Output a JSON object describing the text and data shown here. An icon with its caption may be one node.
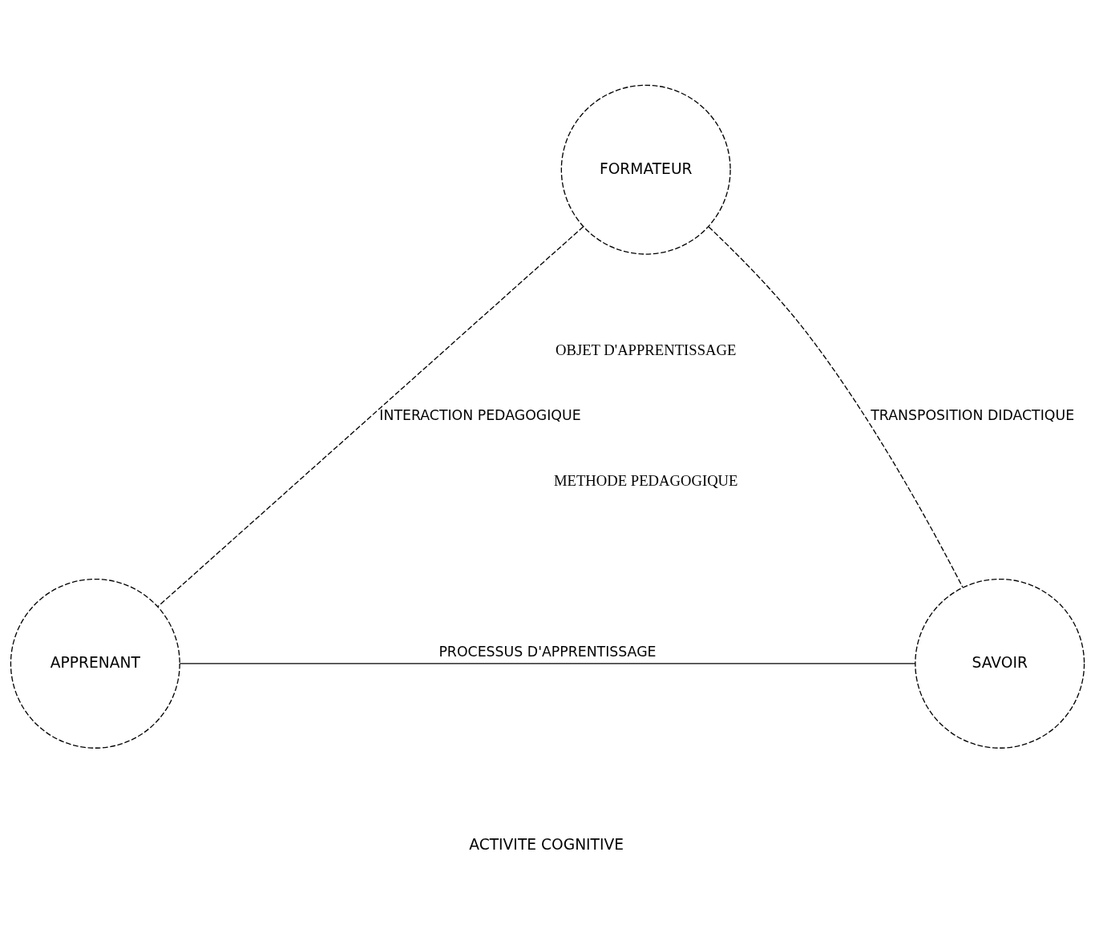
{
  "diagram": {
    "nodes": [
      {
        "text": [
          "FORMATEUR"
        ]
      },
      {
        "text": [
          "APPRENANT"
        ]
      },
      {
        "text": [
          "SAVOIR"
        ]
      }
    ],
    "edges": [
      {
        "from": 0,
        "to": 1,
        "arrow": "none",
        "style": "dashed",
        "label": "INTERACTION PEDAGOGIQUE"
      },
      {
        "from": 0,
        "to": 2,
        "arrow": "none",
        "style": "dashed",
        "label": "TRANSPOSITION DIDACTIQUE"
      },
      {
        "from": 1,
        "to": 2,
        "arrow": "none",
        "label": "PROCESSUS D'APPRENTISSAGE"
      }
    ],
    "labels": [
      "OBJET D'APPRENTISSAGE",
      "METHODE PEDAGOGIQUE",
      "ACTIVITE COGNITIVE"
    ]
  }
}
